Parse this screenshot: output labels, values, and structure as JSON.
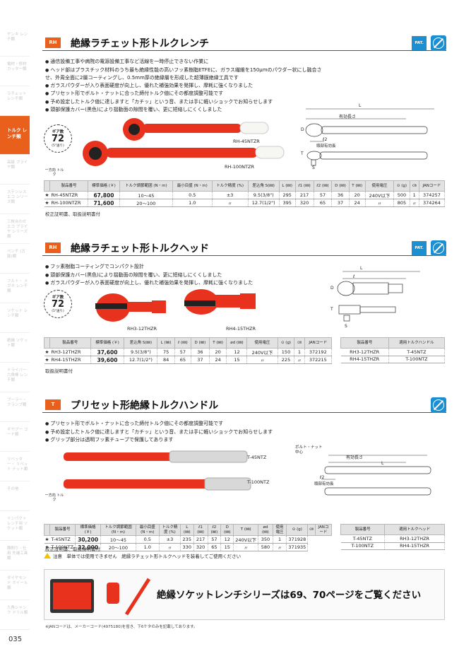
{
  "sidebar": {
    "items": [
      {
        "label": "ヤンキ レンチ類",
        "active": false
      },
      {
        "label": "電材・修材 カッター類",
        "active": false
      },
      {
        "label": "ラチェット レンチ類",
        "active": false
      },
      {
        "label": "トルク レンチ類",
        "active": true
      },
      {
        "label": "高級 プライヤ類",
        "active": false
      },
      {
        "label": "ステンレス エコ シリーズ類",
        "active": false
      },
      {
        "label": "三枚合わせ エコ プライヤ シリーズ類",
        "active": false
      },
      {
        "label": "ペンチ (万能)類",
        "active": false
      },
      {
        "label": "フルト・ メガネ レンチ類",
        "active": false
      },
      {
        "label": "ソケット レンチ類",
        "active": false
      },
      {
        "label": "絶縁 ソケット類",
        "active": false
      },
      {
        "label": "ドライバー 六角棒 レンチ類",
        "active": false
      },
      {
        "label": "ブーラー・ クランプ類",
        "active": false
      },
      {
        "label": "ギヤプー コード類",
        "active": false
      },
      {
        "label": "リベッター・ リベット ナット類",
        "active": false
      },
      {
        "label": "その他",
        "active": false
      },
      {
        "label": "インパクト レンチ用 ソケット類",
        "active": false
      },
      {
        "label": "難削り・仕用 先端工具類",
        "active": false
      },
      {
        "label": "ダイヤモンド ホイール類",
        "active": false
      },
      {
        "label": "九角シャンク ドリル類",
        "active": false
      }
    ],
    "page_number": "035"
  },
  "section1": {
    "tag": "RH",
    "title": "絶縁ラチェット形トルクレンチ",
    "pat": "PAT.",
    "features": [
      "通信設備工事や病院の電源設備工事など活線を一時停止できない作業に",
      "ヘッド部はプラスチック材料のうち最も絶縁性能の高いフッ素樹脂ETFEに、ガラス繊維を150μmのパウダー状にし融合させ、外周全面に2層コーティングし、0.5mm厚の絶縁層を形成した超薄膜絶縁工具です",
      "ガラスパウダーが入り表面硬度が向上し、優れた補強効果を発揮し、摩耗に強くなりました",
      "プリセット形でボルト・ナットに合った締付トルク値にその都度調整可能です",
      "予め設定したトルク値に達しますと「カチッ」という音、または手に軽いショックでお知らせします",
      "頭部保護カバー(黒色)により揺動面の隙間を覆い、更に短絡しにくくしました"
    ],
    "gear": {
      "label": "ギア数",
      "value": "72",
      "sub": "(5°送り)"
    },
    "one_way": "一方向 トルク",
    "product_labels": [
      "RH-45NTZR",
      "RH-100NTZR"
    ],
    "diagram": {
      "length": "L",
      "effective": "有効長さ",
      "d": "D",
      "t": "T",
      "s": "S",
      "l2": "ℓ2",
      "head_width": "頭部有効長"
    },
    "table": {
      "headers": [
        "",
        "製品番号",
        "標準価格 (￥)",
        "トルク調節範囲 (N・m)",
        "最小目盛 (N・m)",
        "トルク精度 (%)",
        "差込角 S(㎜)",
        "L (㎜)",
        "ℓ1 (㎜)",
        "ℓ2 (㎜)",
        "D (㎜)",
        "T (㎜)",
        "使用電圧",
        "⊙ (g)",
        "㎝",
        "JANコード"
      ],
      "rows": [
        [
          "★",
          "RH-45NTZR",
          "67,800",
          "10～45",
          "0.5",
          "±3",
          "9.5(3/8\")",
          "295",
          "217",
          "57",
          "36",
          "20",
          "240V以下",
          "500",
          "1",
          "374257"
        ],
        [
          "★",
          "RH-100NTZR",
          "71,600",
          "20～100",
          "1.0",
          "〃",
          "12.7(1/2\")",
          "395",
          "320",
          "65",
          "37",
          "24",
          "〃",
          "805",
          "〃",
          "374264"
        ]
      ]
    },
    "note": "校正証明書、取扱説明書付"
  },
  "section2": {
    "tag": "RH",
    "title": "絶縁ラチェット形トルクヘッド",
    "pat": "PAT.",
    "features": [
      "フッ素樹脂コーティングでコンパクト設計",
      "頭部保護カバー(黒色)により揺動面の隙間を覆い、更に短絡しにくくしました",
      "ガラスパウダーが入り表面硬度が向上し、優れた補強効果を発揮し、摩耗に強くなりました"
    ],
    "gear": {
      "label": "ギア数",
      "value": "72",
      "sub": "(5°送り)"
    },
    "product_labels": [
      "RH3-12THZR",
      "RH4-15THZR"
    ],
    "diagram": {
      "length": "L",
      "l": "ℓ",
      "d": "D",
      "t": "T",
      "s": "S"
    },
    "table": {
      "headers": [
        "",
        "製品番号",
        "標準価格 (￥)",
        "差込角 S(㎜)",
        "L (㎜)",
        "ℓ (㎜)",
        "D (㎜)",
        "T (㎜)",
        "ød (㎜)",
        "使用電圧",
        "⊙ (g)",
        "㎝",
        "JANコード"
      ],
      "rows": [
        [
          "★",
          "RH3-12THZR",
          "37,600",
          "9.5(3/8\")",
          "75",
          "57",
          "36",
          "20",
          "12",
          "240V以下",
          "150",
          "1",
          "372192"
        ],
        [
          "★",
          "RH4-15THZR",
          "39,600",
          "12.7(1/2\")",
          "84",
          "65",
          "37",
          "24",
          "15",
          "〃",
          "225",
          "〃",
          "372215"
        ]
      ],
      "side_headers": [
        "製品番号",
        "適用トルクハンドル"
      ],
      "side_rows": [
        [
          "RH3-12THZR",
          "T-45NTZ"
        ],
        [
          "RH4-15THZR",
          "T-100NTZ"
        ]
      ]
    },
    "note": "取扱説明書付"
  },
  "section3": {
    "tag": "T",
    "title": "プリセット形絶縁トルクハンドル",
    "features": [
      "プリセット形でボルト・ナットに合った締付トルク値にその都度調整可能です",
      "予め設定したトルク値に達しますと「カチッ」という音、または手に軽いショックでお知らせします",
      "グリップ部分は透明フッ素チューブで保護してあります"
    ],
    "one_way": "一方向 トルク",
    "product_labels": [
      "T-45NTZ",
      "T-100NTZ"
    ],
    "diagram": {
      "center": "ボルト・ナット 中心",
      "effective": "有効長さ",
      "length": "L",
      "l2": "ℓ2",
      "head_width": "頭部有効長"
    },
    "table": {
      "headers": [
        "",
        "製品番号",
        "標準価格 (￥)",
        "トルク調節範囲 (N・m)",
        "最小目盛 (N・m)",
        "トルク精度 (%)",
        "L (㎜)",
        "ℓ1 (㎜)",
        "ℓ2 (㎜)",
        "D (㎜)",
        "T (㎜)",
        "ød (㎜)",
        "使用電圧",
        "⊙ (g)",
        "㎝",
        "JANコード"
      ],
      "rows": [
        [
          "★",
          "T-45NTZ",
          "30,200",
          "10～45",
          "0.5",
          "±3",
          "235",
          "217",
          "57",
          "12",
          "240V以下",
          "350",
          "1",
          "371928"
        ],
        [
          "★",
          "T-100NTZ",
          "32,000",
          "20～100",
          "1.0",
          "〃",
          "330",
          "320",
          "65",
          "15",
          "〃",
          "580",
          "〃",
          "371935"
        ]
      ],
      "side_headers": [
        "製品番号",
        "適用トルクヘッド"
      ],
      "side_rows": [
        [
          "T-45NTZ",
          "RH3-12THZR"
        ],
        [
          "T-100NTZ",
          "RH4-15THZR"
        ]
      ]
    },
    "note": "校正証明書、取扱説明書付",
    "warning": "注意　単体では使用できません　絶縁ラチェット形トルクヘッドを装着してご使用ください"
  },
  "banner": {
    "text": "絶縁ソケットレンチシリーズは69、70ページをご覧ください"
  },
  "footer": "※JANコードは、メーカーコード(4975180)を省き、下6ケタのみを記載してあります。",
  "colors": {
    "accent": "#e8601c",
    "brand_blue": "#1b8fd0",
    "tool_red": "#e8321e"
  }
}
